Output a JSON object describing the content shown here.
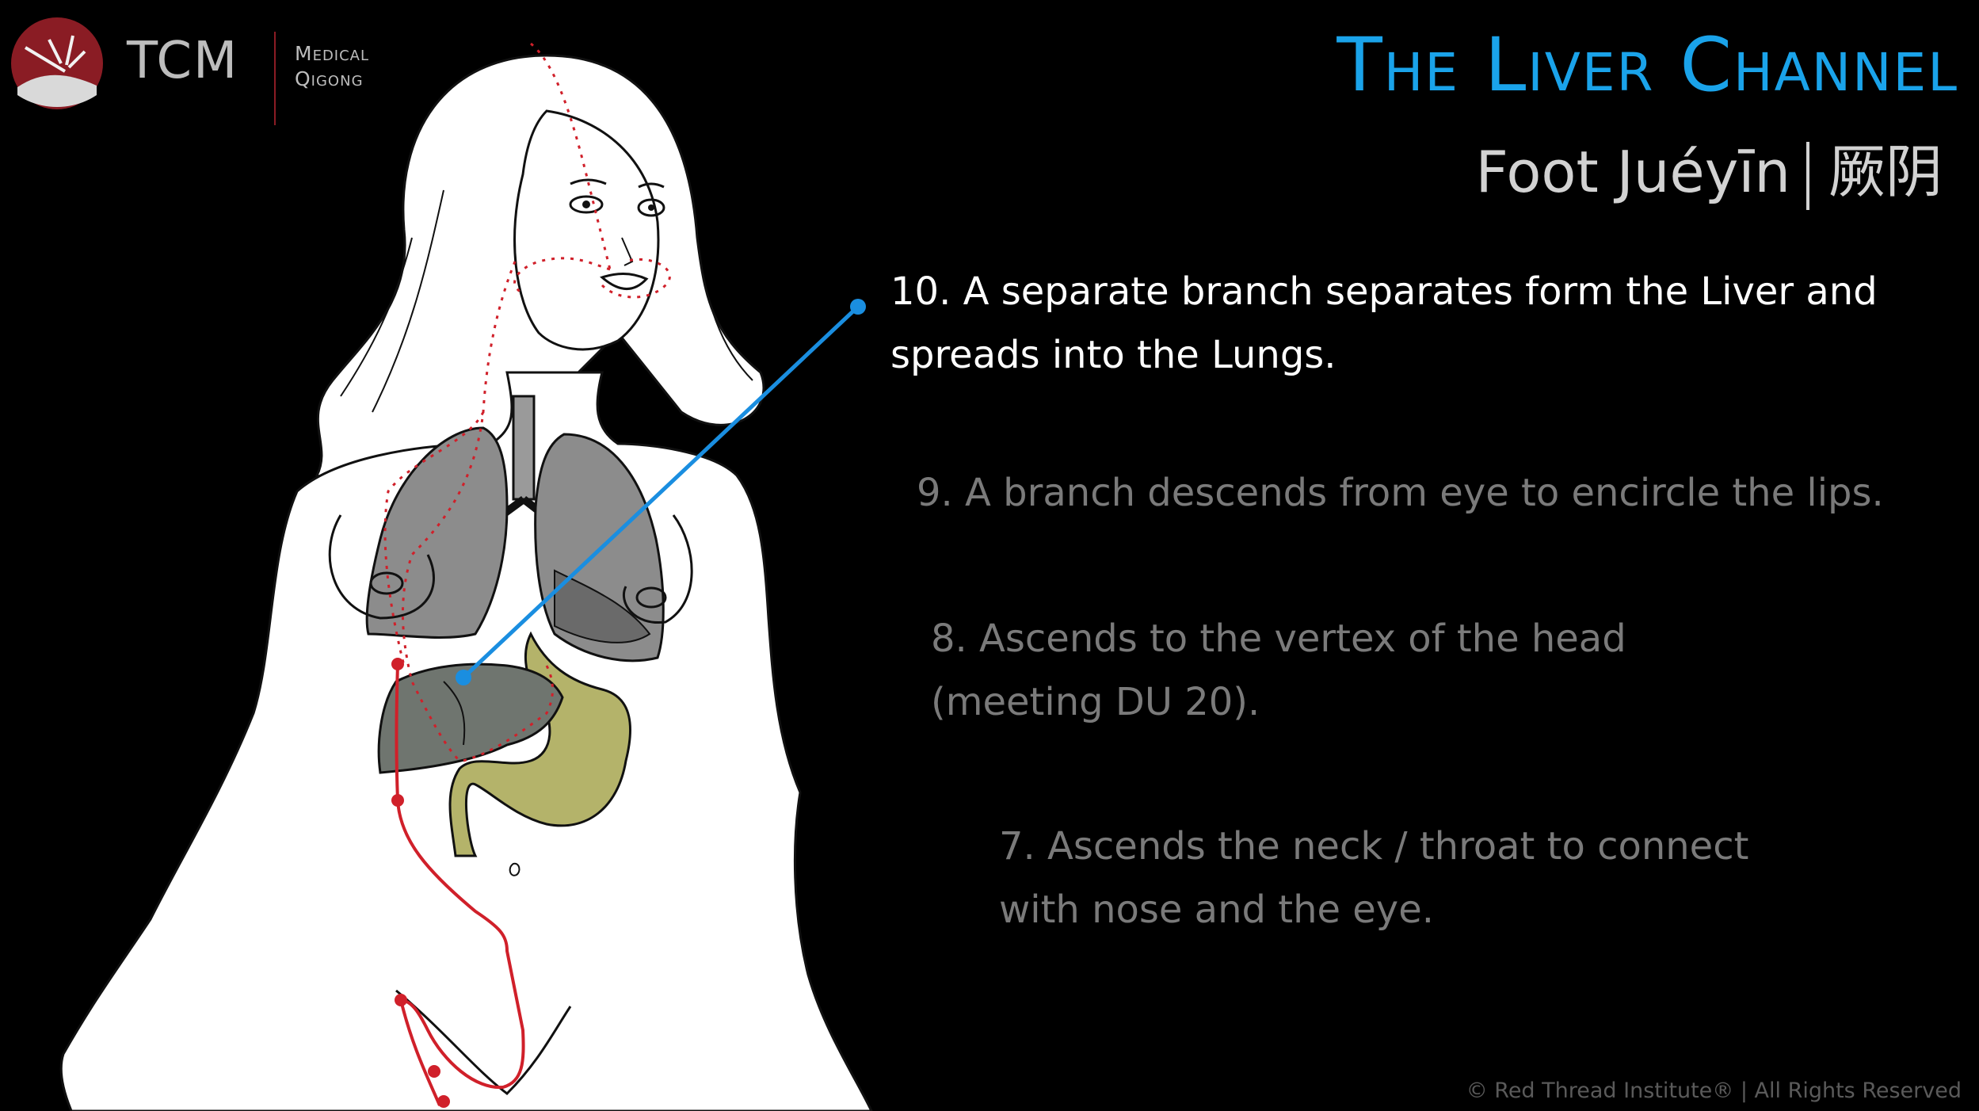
{
  "logo": {
    "text": "TCM",
    "sub_line1": "Medical",
    "sub_line2": "Qigong"
  },
  "header": {
    "title": "The Liver Channel",
    "subtitle_pinyin": "Foot Juéyīn",
    "subtitle_chinese": "厥阴"
  },
  "steps": [
    {
      "text": "10. A separate branch separates form the Liver and\nspreads into the Lungs.",
      "state": "active"
    },
    {
      "text": "9. A branch descends from eye to encircle the lips.",
      "state": "dim"
    },
    {
      "text": "8. Ascends to the vertex of the head\n(meeting DU 20).",
      "state": "dim"
    },
    {
      "text": "7. Ascends the neck / throat to connect\nwith nose and the eye.",
      "state": "dim"
    }
  ],
  "footer": {
    "copyright": "© Red Thread Institute®  | All Rights Reserved"
  },
  "colors": {
    "accent": "#1aa3ea",
    "channel_red": "#d0202a",
    "lung_gray": "#8c8c8c",
    "liver_gray": "#6f756f",
    "stomach_olive": "#b4b36a",
    "body_fill": "#ffffff",
    "outline": "#111111"
  }
}
